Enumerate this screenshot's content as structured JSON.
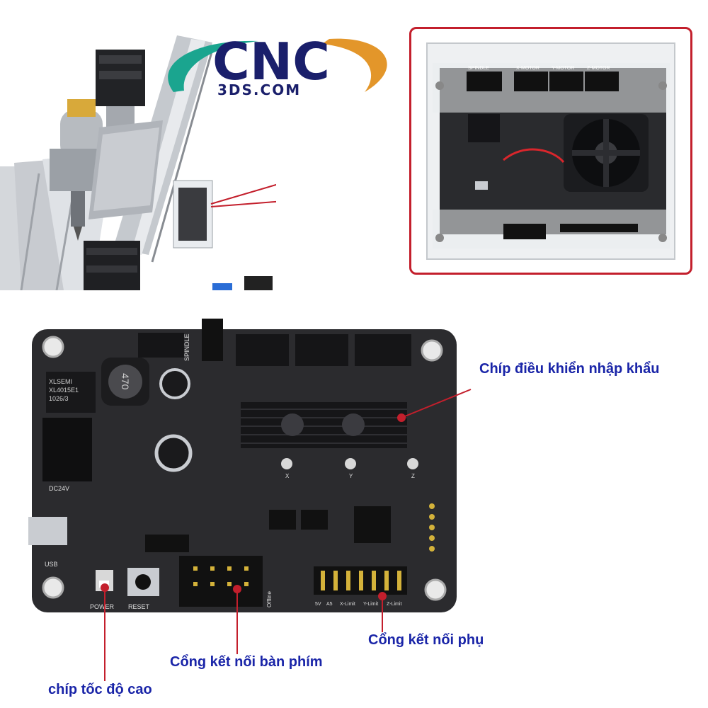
{
  "logo": {
    "main": "CNC",
    "sub": "3DS.COM",
    "colors": {
      "text": "#1a1f6b",
      "swoosh_left": "#1aa58f",
      "swoosh_right": "#e3962a"
    }
  },
  "inset": {
    "border_color": "#c31f2c",
    "connector_labels": [
      "SPINDLE",
      "X-MOTOR",
      "Y-MOTOR",
      "Z-MOTOR"
    ]
  },
  "board": {
    "inductor_marking": "470",
    "regulator_marking": [
      "XLSEMI",
      "XL4015E1",
      "1026/3"
    ],
    "silkscreen": {
      "dc": "DC24V",
      "usb": "USB",
      "power": "POWER",
      "reset": "RESET",
      "spindle": "SPINDLE",
      "offline": "Offline",
      "axes": [
        "X",
        "Y",
        "Z"
      ],
      "aux_pins": [
        "5V",
        "A5",
        "X-Limit",
        "Y-Limit",
        "Z-Limit"
      ]
    }
  },
  "callouts": {
    "chip": "Chíp điều khiển nhập khẩu",
    "aux_port": "Cổng kết nối phụ",
    "keyboard_port": "Cổng kết nối bàn phím",
    "speed_chip": "chíp tốc độ cao"
  },
  "colors": {
    "label_text": "#1a25a8",
    "arrow": "#c31f2c",
    "pcb": "#2b2b2e"
  }
}
